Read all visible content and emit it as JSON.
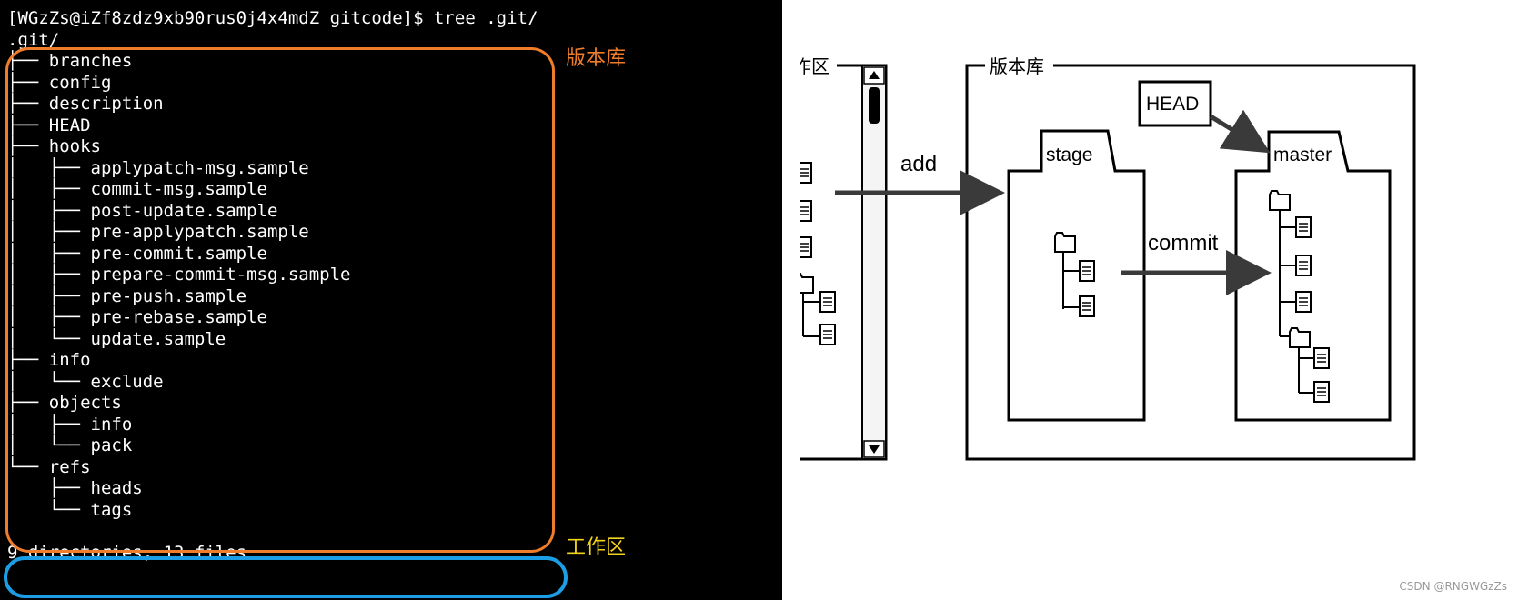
{
  "terminal": {
    "lines": [
      "[WGzZs@iZf8zdz9xb90rus0j4x4mdZ gitcode]$ tree .git/",
      ".git/",
      "├── branches",
      "├── config",
      "├── description",
      "├── HEAD",
      "├── hooks",
      "│   ├── applypatch-msg.sample",
      "│   ├── commit-msg.sample",
      "│   ├── post-update.sample",
      "│   ├── pre-applypatch.sample",
      "│   ├── pre-commit.sample",
      "│   ├── prepare-commit-msg.sample",
      "│   ├── pre-push.sample",
      "│   ├── pre-rebase.sample",
      "│   └── update.sample",
      "├── info",
      "│   └── exclude",
      "├── objects",
      "│   ├── info",
      "│   └── pack",
      "└── refs",
      "    ├── heads",
      "    └── tags",
      "",
      "9 directories, 13 files"
    ],
    "annotation_repo": "版本库",
    "annotation_workdir": "工作区",
    "colors": {
      "orange": "#f07d2a",
      "blue": "#1c9ee6",
      "yellow": "#f2d21d"
    }
  },
  "diagram": {
    "workspace_label": "工作区",
    "repo_label": "版本库",
    "stage_label": "stage",
    "master_label": "master",
    "head_label": "HEAD",
    "add_label": "add",
    "commit_label": "commit"
  },
  "watermark": "CSDN @RNGWGzZs"
}
